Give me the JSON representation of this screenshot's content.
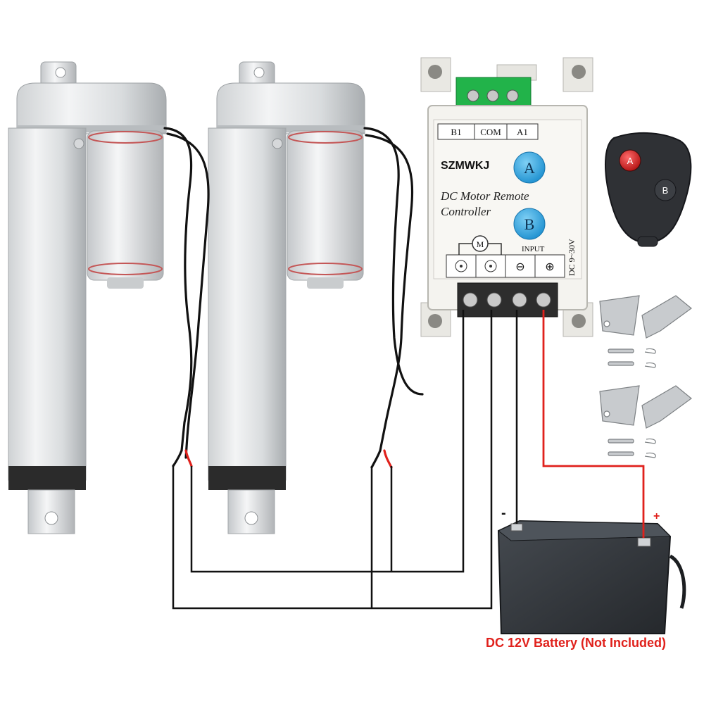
{
  "controller": {
    "brand": "SZMWKJ",
    "title_line1": "DC Motor Remote",
    "title_line2": "Controller",
    "button_a": "A",
    "button_b": "B",
    "terminal_b1": "B1",
    "terminal_com": "COM",
    "terminal_a1": "A1",
    "motor_symbol": "M",
    "input_label": "INPUT",
    "voltage_label": "DC 9~30V",
    "minus_symbol": "⊖",
    "plus_symbol": "⊕"
  },
  "remote": {
    "button_a": "A",
    "button_b": "B"
  },
  "battery": {
    "negative_mark": "-",
    "positive_mark": "+",
    "caption": "DC 12V Battery (Not Included)"
  },
  "colors": {
    "wire_black": "#111111",
    "wire_red": "#e0211c",
    "controller_body": "#f4f3ef",
    "button_blue": "#2fa7e0",
    "battery_body": "#2f3338",
    "caption_red": "#e0211c"
  }
}
